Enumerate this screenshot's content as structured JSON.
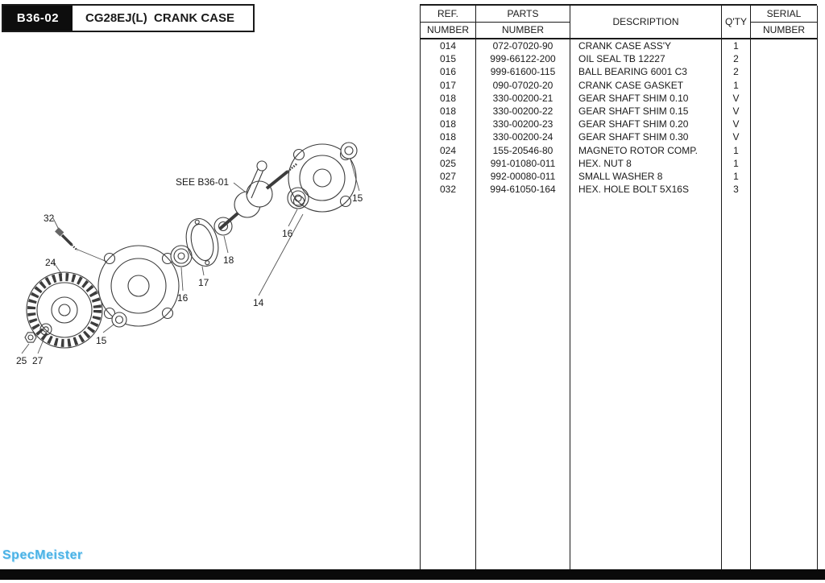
{
  "page": {
    "code": "B36-02",
    "title": "CG28EJ(L)  CRANK CASE"
  },
  "table": {
    "headers": {
      "ref_top": "REF.",
      "ref_bottom": "NUMBER",
      "parts_top": "PARTS",
      "parts_bottom": "NUMBER",
      "description": "DESCRIPTION",
      "qty": "Q'TY",
      "serial_top": "SERIAL",
      "serial_bottom": "NUMBER"
    },
    "rows": [
      {
        "ref": "014",
        "part": "072-07020-90",
        "desc": "CRANK CASE ASS'Y",
        "qty": "1",
        "serial": ""
      },
      {
        "ref": "015",
        "part": "999-66122-200",
        "desc": "OIL SEAL TB 12227",
        "qty": "2",
        "serial": ""
      },
      {
        "ref": "016",
        "part": "999-61600-115",
        "desc": "BALL BEARING 6001 C3",
        "qty": "2",
        "serial": ""
      },
      {
        "ref": "017",
        "part": "090-07020-20",
        "desc": "CRANK CASE GASKET",
        "qty": "1",
        "serial": ""
      },
      {
        "ref": "018",
        "part": "330-00200-21",
        "desc": "GEAR SHAFT SHIM 0.10",
        "qty": "V",
        "serial": ""
      },
      {
        "ref": "018",
        "part": "330-00200-22",
        "desc": "GEAR SHAFT SHIM 0.15",
        "qty": "V",
        "serial": ""
      },
      {
        "ref": "018",
        "part": "330-00200-23",
        "desc": "GEAR SHAFT SHIM 0.20",
        "qty": "V",
        "serial": ""
      },
      {
        "ref": "018",
        "part": "330-00200-24",
        "desc": "GEAR SHAFT SHIM 0.30",
        "qty": "V",
        "serial": ""
      },
      {
        "ref": "024",
        "part": "155-20546-80",
        "desc": "MAGNETO ROTOR COMP.",
        "qty": "1",
        "serial": ""
      },
      {
        "ref": "025",
        "part": "991-01080-011",
        "desc": "HEX. NUT 8",
        "qty": "1",
        "serial": ""
      },
      {
        "ref": "027",
        "part": "992-00080-011",
        "desc": "SMALL WASHER 8",
        "qty": "1",
        "serial": ""
      },
      {
        "ref": "032",
        "part": "994-61050-164",
        "desc": "HEX. HOLE BOLT 5X16S",
        "qty": "3",
        "serial": ""
      }
    ]
  },
  "diagram": {
    "callouts": {
      "c32": "32",
      "see": "SEE B36-01",
      "c15r": "15",
      "c16r": "16",
      "c18": "18",
      "c24": "24",
      "c17": "17",
      "c16l": "16",
      "c14": "14",
      "c15l": "15",
      "c25": "25",
      "c27": "27"
    }
  },
  "watermark": {
    "text": "SpecMeister"
  },
  "colors": {
    "ink": "#1a1a1a",
    "watermark_blue": "#4ab2e6"
  }
}
